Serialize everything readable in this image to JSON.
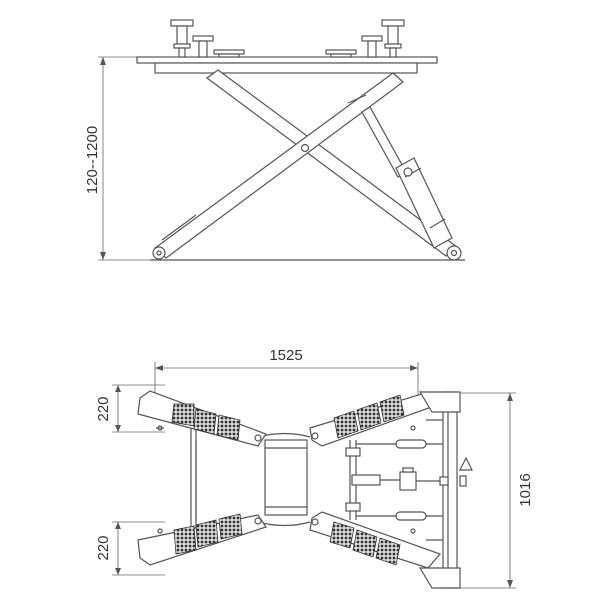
{
  "side_view": {
    "height_dimension": "120--1200"
  },
  "top_view": {
    "width_dimension": "1525",
    "depth_dimension": "1016",
    "arm_upper_dimension": "220",
    "arm_lower_dimension": "220"
  },
  "colors": {
    "line": "#555555",
    "pad": "#333333",
    "background": "#ffffff"
  }
}
